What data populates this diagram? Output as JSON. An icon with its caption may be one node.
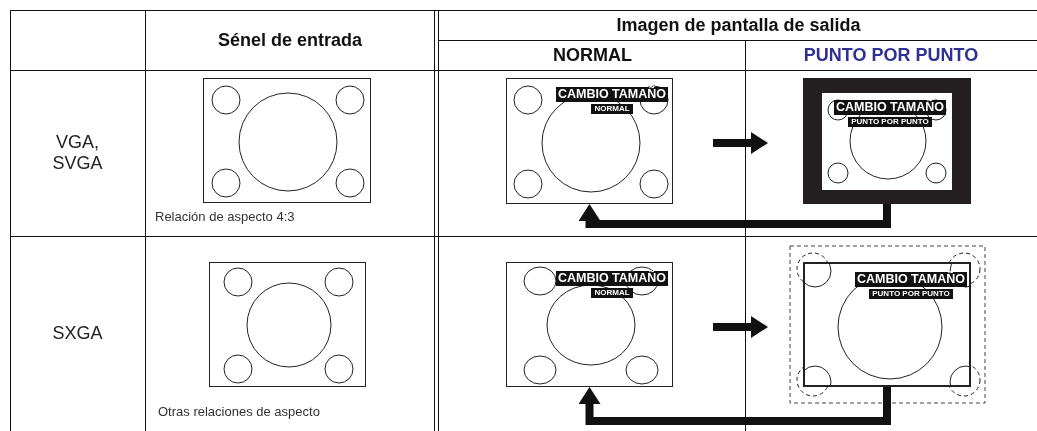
{
  "diagram": {
    "nodes": [
      {
        "text": [],
        "shape": "picture",
        "beside": [
          "Relación de aspecto 4:3"
        ]
      },
      {
        "text": [
          "CAMBIO TAMAÑO",
          "NORMAL"
        ]
      },
      {
        "text": [
          "CAMBIO TAMAÑO",
          "PUNTO POR PUNTO"
        ]
      },
      {
        "text": [],
        "shape": "picture",
        "beside": [
          "Otras relaciones de aspecto"
        ]
      },
      {
        "text": [
          "CAMBIO TAMAÑO",
          "NORMAL"
        ]
      },
      {
        "text": [
          "CAMBIO TAMAÑO",
          "PUNTO POR PUNTO"
        ]
      }
    ],
    "edges": [
      {
        "from": 1,
        "to": 2,
        "arrow": "to"
      },
      {
        "from": 2,
        "to": 1,
        "arrow": "to"
      },
      {
        "from": 4,
        "to": 5,
        "arrow": "to"
      },
      {
        "from": 5,
        "to": 4,
        "arrow": "to"
      }
    ],
    "labels": [
      "Sénel de entrada",
      "Imagen de pantalla de salida",
      "NORMAL",
      "PUNTO POR PUNTO",
      "VGA, SVGA",
      "SXGA"
    ]
  }
}
